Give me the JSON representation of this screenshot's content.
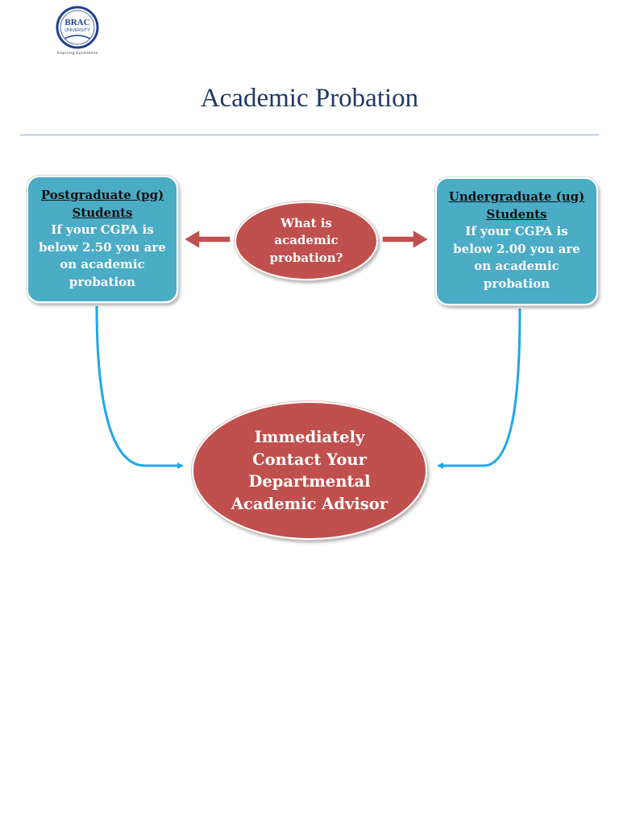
{
  "header": {
    "logo_top": "BRAC",
    "logo_bottom": "UNIVERSITY",
    "logo_tagline": "Inspiring Excellence"
  },
  "title": "Academic Probation",
  "diagram": {
    "center_question": "What is academic probation?",
    "postgraduate": {
      "heading_line1": "Postgraduate  (pg)",
      "heading_line2": "Students",
      "body": "If your CGPA is below 2.50 you are on academic probation"
    },
    "undergraduate": {
      "heading_line1": "Undergraduate (ug)",
      "heading_line2": "Students",
      "body": "If your CGPA is below 2.00 you are on academic probation"
    },
    "action": "Immediately Contact Your Departmental Academic Advisor"
  },
  "colors": {
    "box_fill": "#4bacc6",
    "oval_fill": "#c0504d",
    "connector": "#1fa7e8",
    "title": "#1f3864"
  }
}
